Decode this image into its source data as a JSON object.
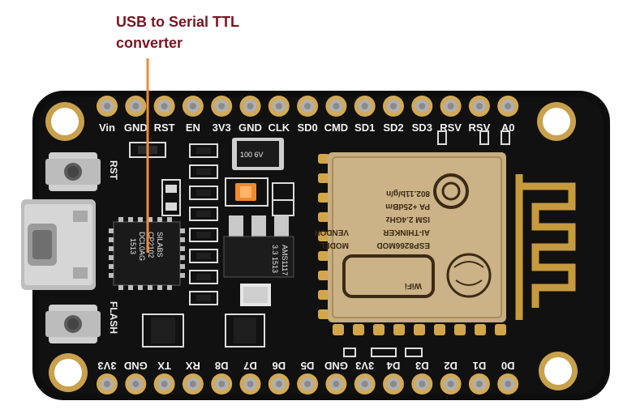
{
  "annotation": {
    "line1": "USB to Serial TTL",
    "line2": "converter",
    "color": "#7a1422",
    "arrow_color": "#f08a3a"
  },
  "board": {
    "top_pins": [
      "Vin",
      "GND",
      "RST",
      "EN",
      "3V3",
      "GND",
      "CLK",
      "SD0",
      "CMD",
      "SD1",
      "SD2",
      "SD3",
      "RSV",
      "RSV",
      "A0"
    ],
    "bottom_pins": [
      "3V3",
      "GND",
      "TX",
      "RX",
      "D8",
      "D7",
      "D6",
      "D5",
      "GND",
      "3V3",
      "D4",
      "D3",
      "D2",
      "D1",
      "D0"
    ],
    "rst_label": "RST",
    "flash_label": "FLASH",
    "usb_chip": {
      "line1": "SILABS",
      "line2": "CP2102",
      "line3": "DCL0AG",
      "line4": "1513"
    },
    "regulator": {
      "line1": "AMS1117",
      "line2": "3.3 1513"
    },
    "capacitor_text": "100 6V",
    "module": {
      "model_label": "MODEL",
      "model_value": "ESP8266MOD",
      "vendor_label": "VENDOR",
      "vendor_value": "AI-THINKER",
      "ism": "ISM  2.4GHz",
      "pa": "PA  +25dBm",
      "standard": "802.11b/g/n",
      "wifi": "WiFi"
    },
    "colors": {
      "pcb": "#0c0c0c",
      "gold": "#d4a64a",
      "shield": "#c7ad80",
      "silver": "#b9b9b9"
    }
  }
}
